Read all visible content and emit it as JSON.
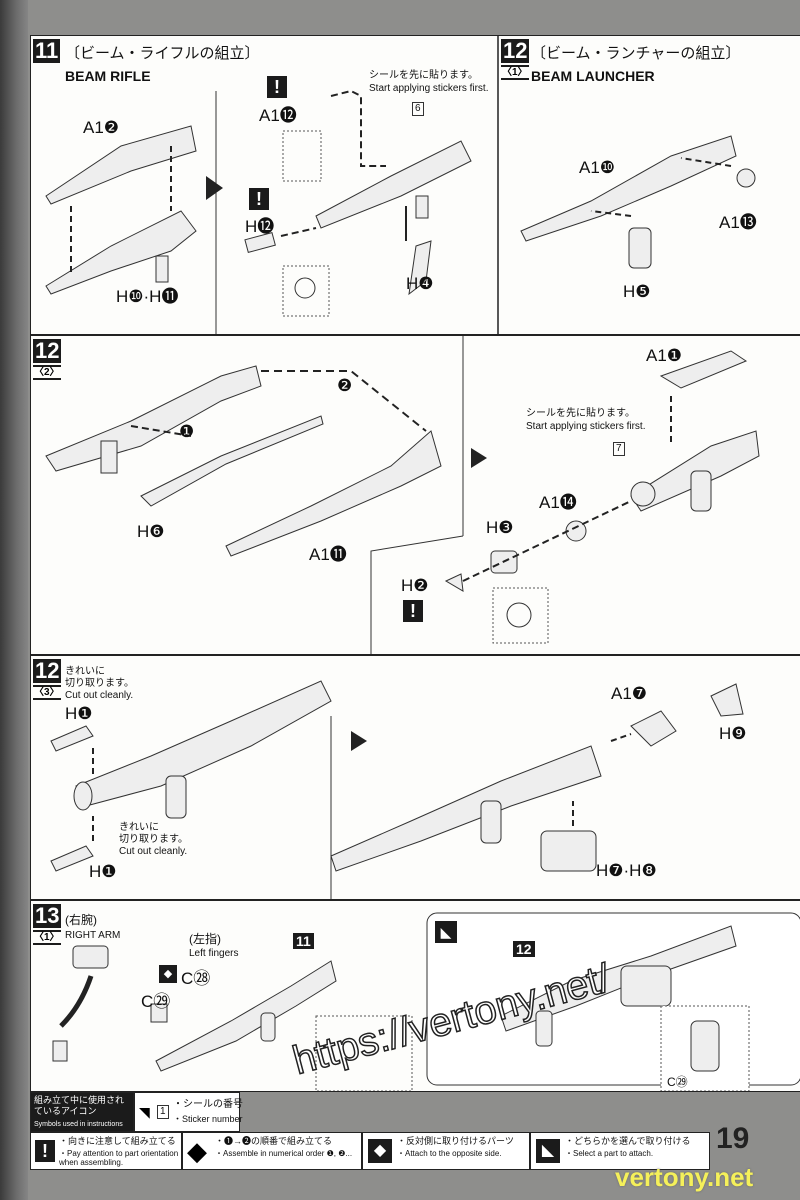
{
  "step11": {
    "number": "11",
    "title_jp": "〔ビーム・ライフルの組立〕",
    "title_en": "BEAM RIFLE",
    "labels": {
      "a1_2": "A1❷",
      "h10_h11": "H❿·H⓫",
      "a1_12": "A1⓬",
      "h12": "H⓬",
      "h4": "H❹"
    },
    "sticker_note_jp": "シールを先に貼ります。",
    "sticker_note_en": "Start applying stickers first.",
    "sticker_number": "6"
  },
  "step12_1": {
    "number": "12",
    "sub": "〈1〉",
    "title_jp": "〔ビーム・ランチャーの組立〕",
    "title_en": "BEAM LAUNCHER",
    "labels": {
      "a1_10": "A1❿",
      "a1_13": "A1⓭",
      "h5": "H❺"
    }
  },
  "step12_2": {
    "number": "12",
    "sub": "〈2〉",
    "labels": {
      "h6": "H❻",
      "a1_11": "A1⓫",
      "order1": "❶",
      "order2": "❷",
      "a1_1": "A1❶",
      "a1_14": "A1⓮",
      "h3": "H❸",
      "h2": "H❷"
    },
    "sticker_note_jp": "シールを先に貼ります。",
    "sticker_note_en": "Start applying stickers first.",
    "sticker_number": "7"
  },
  "step12_3": {
    "number": "12",
    "sub": "〈3〉",
    "cut_jp_1": "きれいに",
    "cut_jp_2": "切り取ります。",
    "cut_en": "Cut out cleanly.",
    "labels": {
      "h1_top": "H❶",
      "h1_bottom": "H❶",
      "a1_7": "A1❼",
      "h9": "H❾",
      "h7_h8": "H❼·H❽"
    }
  },
  "step13": {
    "number": "13",
    "sub": "〈1〉",
    "right_arm_jp": "(右腕)",
    "right_arm_en": "RIGHT ARM",
    "left_fingers_jp": "(左指)",
    "left_fingers_en": "Left fingers",
    "labels": {
      "c28": "C㉘",
      "c29": "C㉙",
      "ref11": "11",
      "ref12": "12",
      "c29_alt": "C㉙"
    }
  },
  "legend": {
    "title_jp": "組み立て中に使用されているアイコン",
    "title_en": "Symbols used in instructions",
    "sticker_number_label": "1",
    "sticker_jp": "・シールの番号",
    "sticker_en": "・Sticker number",
    "items": [
      {
        "icon": "!",
        "jp": "・向きに注意して組み立てる",
        "en": "・Pay attention to part orientation when assembling."
      },
      {
        "icon": "1",
        "jp": "・❶→❷の順番で組み立てる",
        "en": "・Assemble in numerical order ❶, ❷..."
      },
      {
        "icon": "opposite-side-icon",
        "jp": "・反対側に取り付けるパーツ",
        "en": "・Attach to the opposite side."
      },
      {
        "icon": "select-part-icon",
        "jp": "・どちらかを選んで取り付ける",
        "en": "・Select a part to attach."
      }
    ]
  },
  "page_number": "19",
  "watermark": "vertony.net",
  "watermark_url": "https://vertony.net/"
}
